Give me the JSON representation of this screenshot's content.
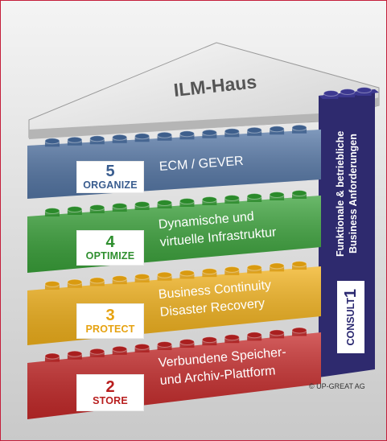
{
  "roof": {
    "title": "ILM-Haus"
  },
  "rows": [
    {
      "number": "5",
      "keyword": "ORGANIZE",
      "text_lines": [
        "ECM / GEVER"
      ],
      "color": "#5577a6",
      "keyword_color": "#3a5d8f"
    },
    {
      "number": "4",
      "keyword": "OPTIMIZE",
      "text_lines": [
        "Dynamische und",
        "virtuelle Infrastruktur"
      ],
      "color": "#3aa23a",
      "keyword_color": "#2f8f2f"
    },
    {
      "number": "3",
      "keyword": "PROTECT",
      "text_lines": [
        "Business Continuity",
        "Disaster Recovery"
      ],
      "color": "#f2b21c",
      "keyword_color": "#e6a210"
    },
    {
      "number": "2",
      "keyword": "STORE",
      "text_lines": [
        "Verbundene Speicher-",
        "und Archiv-Plattform"
      ],
      "color": "#c62a2a",
      "keyword_color": "#b81e1e"
    }
  ],
  "side_column": {
    "text_lines": [
      "Funktionale & betriebliche",
      "Business Anforderungen"
    ],
    "number": "1",
    "keyword": "CONSULT",
    "color": "#2e2a6e"
  },
  "copyright": "© UP-GREAT AG"
}
